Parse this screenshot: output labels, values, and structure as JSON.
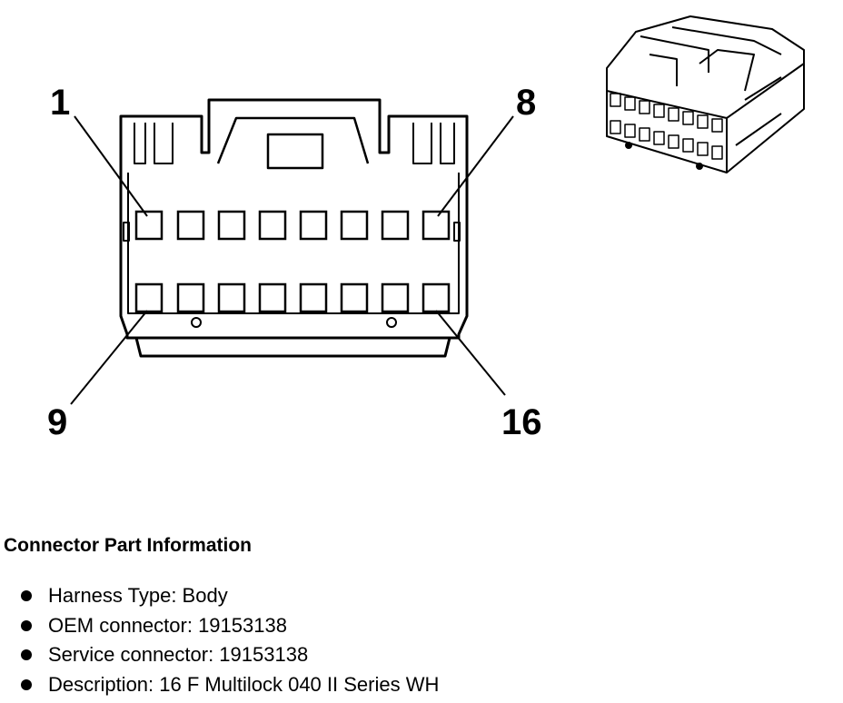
{
  "pin_labels": {
    "top_left": "1",
    "top_right": "8",
    "bottom_left": "9",
    "bottom_right": "16"
  },
  "info": {
    "title": "Connector Part Information",
    "items": [
      "Harness Type: Body",
      "OEM connector: 19153138",
      "Service connector: 19153138",
      "Description: 16 F Multilock 040 II Series WH"
    ]
  }
}
